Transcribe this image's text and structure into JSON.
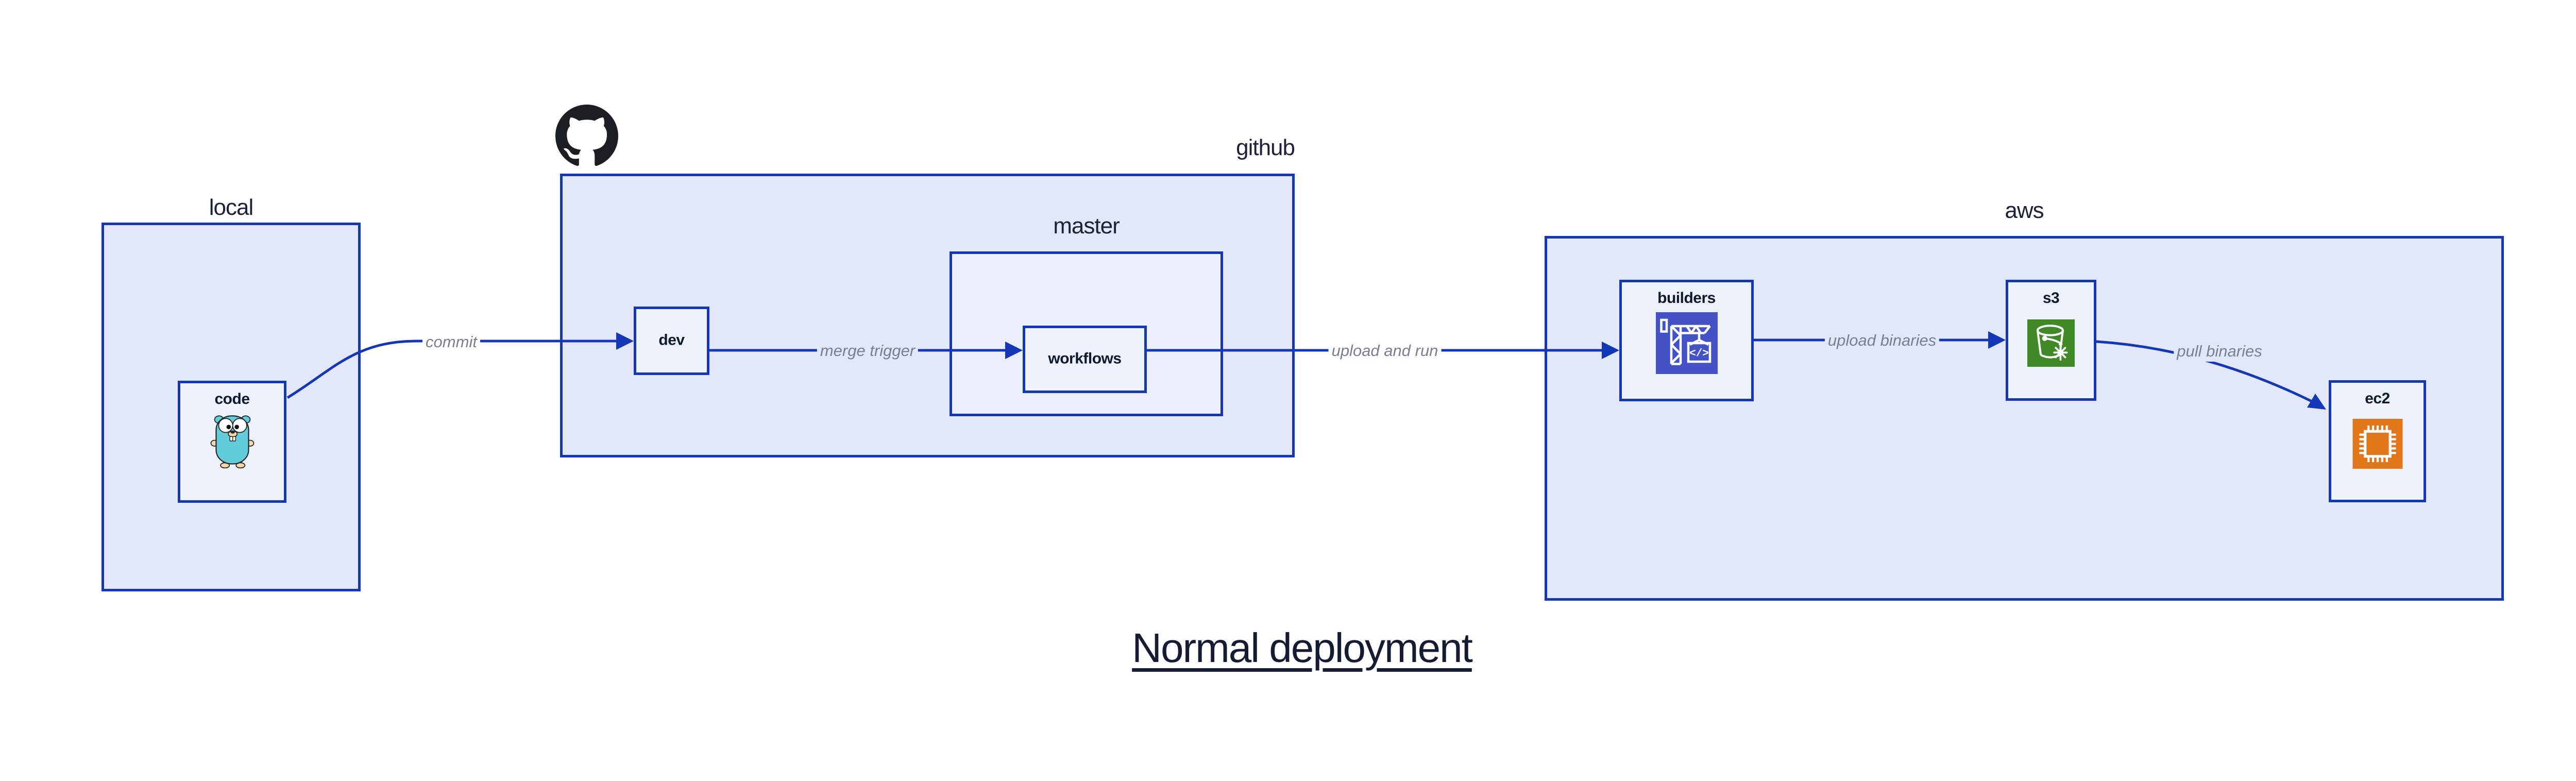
{
  "title": "Normal deployment",
  "regions": {
    "local": {
      "label": "local"
    },
    "github": {
      "label": "github"
    },
    "master": {
      "label": "master"
    },
    "aws": {
      "label": "aws"
    }
  },
  "nodes": {
    "code": {
      "label": "code",
      "icon": "go-gopher-icon"
    },
    "dev": {
      "label": "dev"
    },
    "workflows": {
      "label": "workflows"
    },
    "builders": {
      "label": "builders",
      "icon": "codebuild-crane-icon",
      "icon_glyph": "</>"
    },
    "s3": {
      "label": "s3",
      "icon": "s3-glacier-bucket-icon"
    },
    "ec2": {
      "label": "ec2",
      "icon": "ec2-chip-icon"
    }
  },
  "edges": {
    "commit": {
      "label": "commit"
    },
    "merge_trigger": {
      "label": "merge trigger"
    },
    "upload_and_run": {
      "label": "upload and run"
    },
    "upload_binaries": {
      "label": "upload binaries"
    },
    "pull_binaries": {
      "label": "pull binaries"
    }
  },
  "colors": {
    "edge_blue": "#1437b8",
    "region_fill": "#e2e8fa",
    "master_fill": "#ebeffc",
    "node_fill": "#eef2fd",
    "dark_text": "#141b33",
    "edge_label_gray": "#787f93",
    "builders_icon_bg": "#4452c7",
    "s3_icon_bg": "#3f8a27",
    "ec2_icon_bg": "#e2761b",
    "gopher_teal": "#63ccdb",
    "octocat_black": "#1b1f23"
  }
}
